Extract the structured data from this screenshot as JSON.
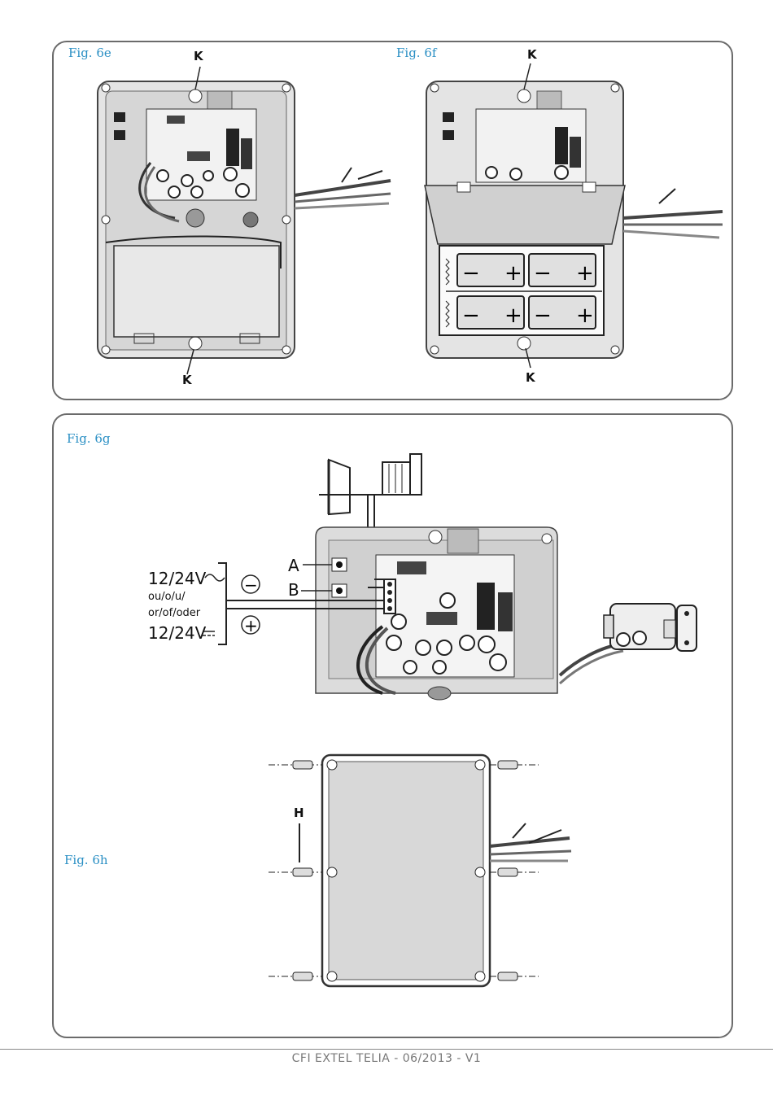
{
  "figures": {
    "fig6e": "Fig. 6e",
    "fig6f": "Fig. 6f",
    "fig6g": "Fig. 6g",
    "fig6h": "Fig. 6h"
  },
  "markers": {
    "k": "K",
    "k_bottom_left": "K",
    "a": "A",
    "b": "B",
    "h": "H"
  },
  "power": {
    "line1": "12/24V",
    "line2": "ou/o/u/",
    "line3": "or/of/oder",
    "line4": "12/24V",
    "minus": "−",
    "plus": "+"
  },
  "battery_signs": {
    "minus": "−",
    "plus": "+"
  },
  "footer": {
    "text": "CFI EXTEL  TELIA - 06/2013 - V1"
  }
}
